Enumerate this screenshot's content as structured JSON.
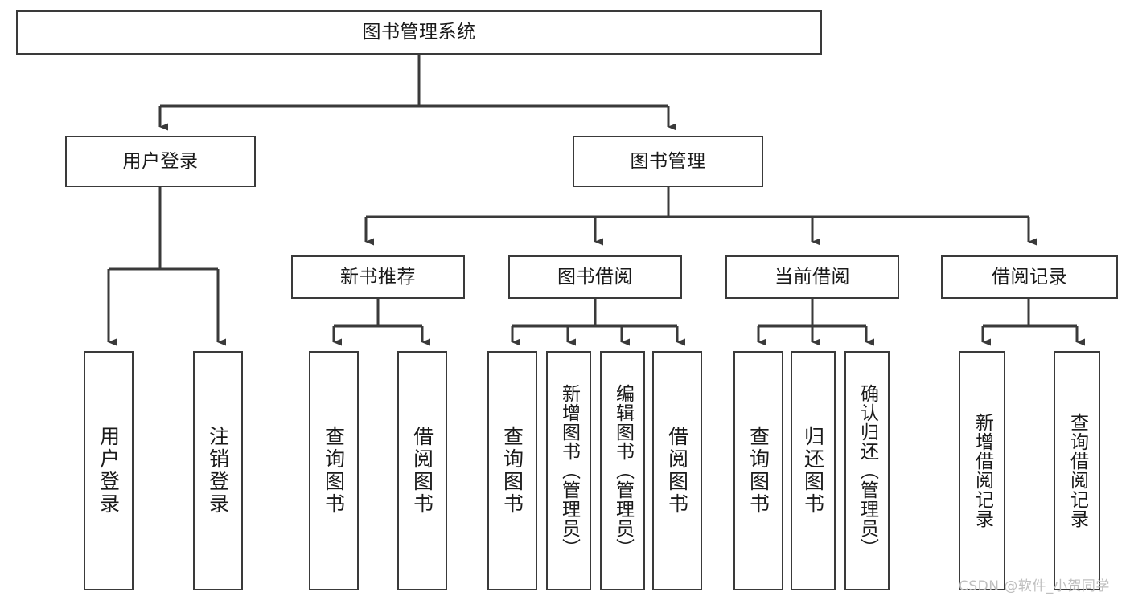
{
  "diagram": {
    "type": "tree-hierarchy",
    "title": "图书管理系统",
    "watermark": "CSDN @软件_小贺同学",
    "colors": {
      "box_border": "#3a3a3a",
      "box_fill": "#ffffff",
      "edge": "#3a3a3a",
      "text": "#1a1a1a",
      "watermark": "#bfbfbf",
      "background": "#ffffff"
    },
    "nodes": {
      "root": {
        "label": "图书管理系统"
      },
      "level2": [
        {
          "id": "user-login",
          "label": "用户登录"
        },
        {
          "id": "book-management",
          "label": "图书管理"
        }
      ],
      "level3": [
        {
          "id": "new-book-recommend",
          "label": "新书推荐"
        },
        {
          "id": "book-borrow",
          "label": "图书借阅"
        },
        {
          "id": "current-borrow",
          "label": "当前借阅"
        },
        {
          "id": "borrow-record",
          "label": "借阅记录"
        }
      ],
      "leaves": {
        "user-login": [
          {
            "id": "leaf-user-login",
            "label": "用户登录"
          },
          {
            "id": "leaf-user-logout",
            "label": "注销登录"
          }
        ],
        "new-book-recommend": [
          {
            "id": "leaf-query-book-1",
            "label": "查询图书"
          },
          {
            "id": "leaf-borrow-book-1",
            "label": "借阅图书"
          }
        ],
        "book-borrow": [
          {
            "id": "leaf-query-book-2",
            "label": "查询图书"
          },
          {
            "id": "leaf-add-book",
            "label": "新增图书（管理员）"
          },
          {
            "id": "leaf-edit-book",
            "label": "编辑图书（管理员）"
          },
          {
            "id": "leaf-borrow-book-2",
            "label": "借阅图书"
          }
        ],
        "current-borrow": [
          {
            "id": "leaf-query-book-3",
            "label": "查询图书"
          },
          {
            "id": "leaf-return-book",
            "label": "归还图书"
          },
          {
            "id": "leaf-confirm-return",
            "label": "确认归还（管理员）"
          }
        ],
        "borrow-record": [
          {
            "id": "leaf-add-record",
            "label": "新增借阅记录"
          },
          {
            "id": "leaf-query-record",
            "label": "查询借阅记录"
          }
        ]
      }
    }
  }
}
